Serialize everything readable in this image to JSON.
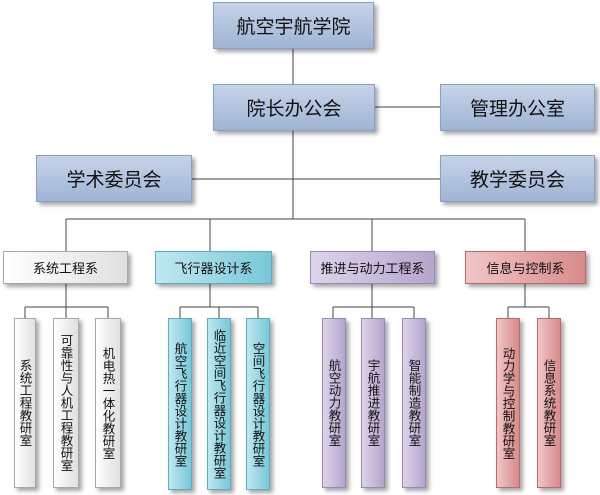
{
  "top": {
    "institute": "航空宇航学院"
  },
  "middle": {
    "dean_office": "院长办公会",
    "management_office": "管理办公室",
    "academic_committee": "学术委员会",
    "teaching_committee": "教学委员会"
  },
  "departments": [
    {
      "name": "系统工程系",
      "color": "#e0e0e0",
      "offices": [
        "系统工程教研室",
        "可靠性与人机工程教研室",
        "机电热一体化教研室"
      ]
    },
    {
      "name": "飞行器设计系",
      "color": "#77c8d8",
      "offices": [
        "航空飞行器设计教研室",
        "临近空间飞行器设计教研室",
        "空间飞行器设计教研室"
      ]
    },
    {
      "name": "推进与动力工程系",
      "color": "#b5a5cd",
      "offices": [
        "航空动力教研室",
        "宇航推进教研室",
        "智能制造教研室"
      ]
    },
    {
      "name": "信息与控制系",
      "color": "#d88a8a",
      "offices": [
        "动力学与控制教研室",
        "信息系统教研室"
      ]
    }
  ]
}
